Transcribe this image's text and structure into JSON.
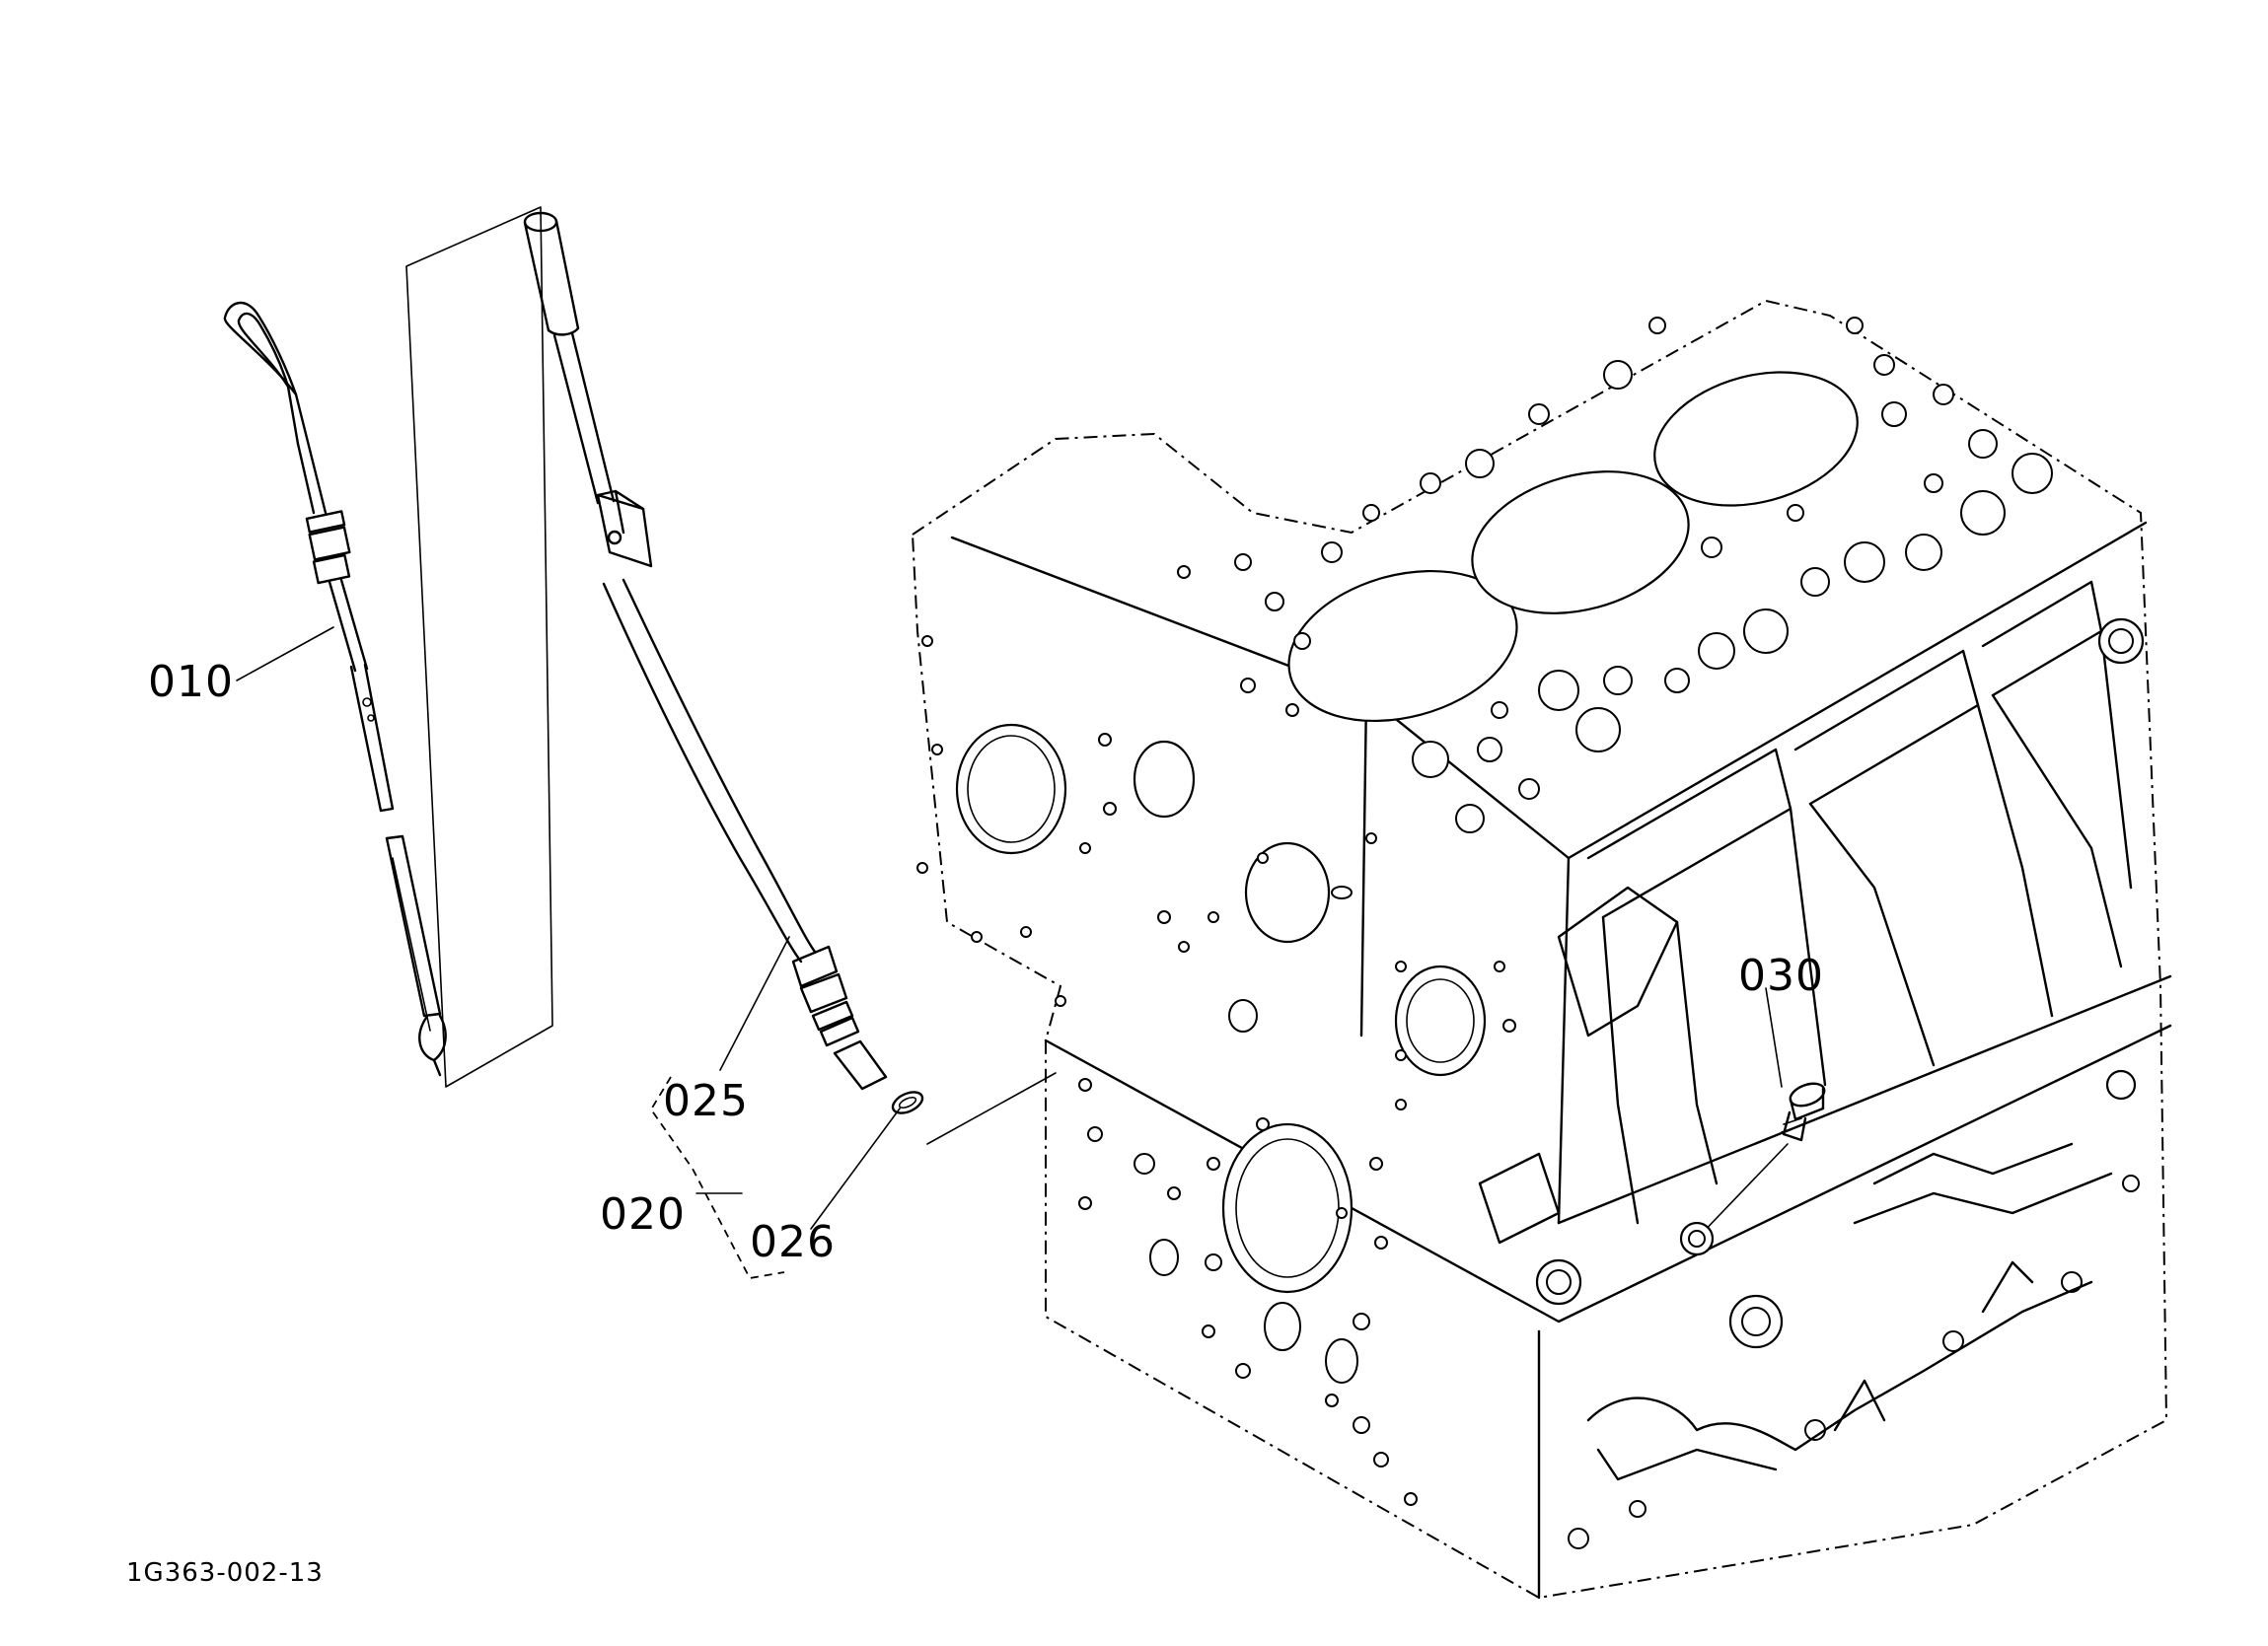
{
  "callouts": {
    "dipstick": "010",
    "guide_assembly": "020",
    "guide_pipe": "025",
    "o_ring": "026",
    "plug": "030"
  },
  "drawing_id": "1G363-002-13",
  "colors": {
    "line": "#000000",
    "background": "#ffffff"
  }
}
